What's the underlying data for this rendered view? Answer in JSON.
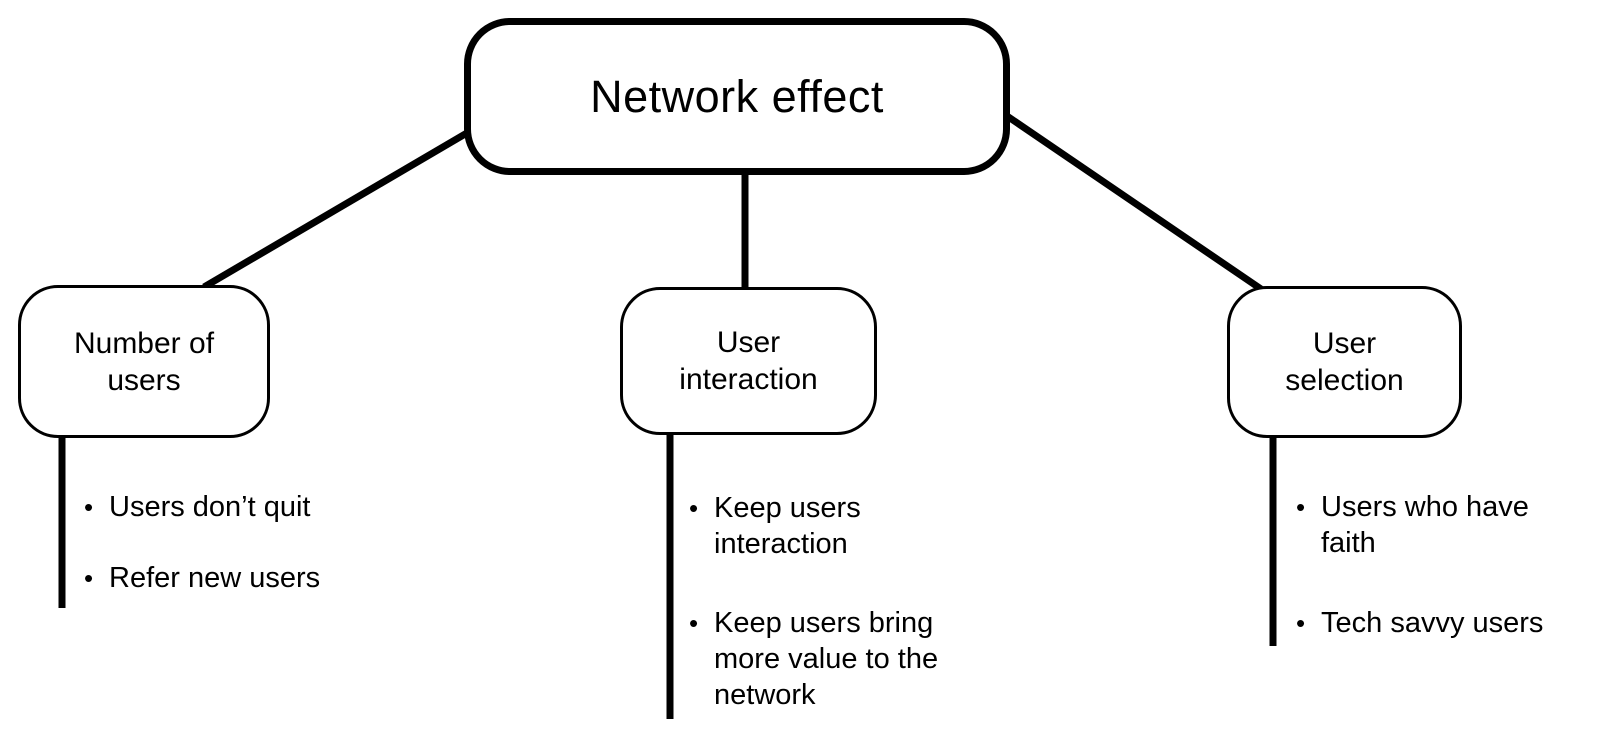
{
  "diagram": {
    "root": {
      "label": "Network effect"
    },
    "branches": [
      {
        "id": "number-of-users",
        "label": "Number of users",
        "bullets": [
          "Users don’t quit",
          "Refer new users"
        ]
      },
      {
        "id": "user-interaction",
        "label": "User interaction",
        "bullets": [
          "Keep users interaction",
          "Keep users bring more value to the network"
        ]
      },
      {
        "id": "user-selection",
        "label": "User selection",
        "bullets": [
          "Users who have faith",
          "Tech savvy users"
        ]
      }
    ],
    "colors": {
      "line": "#000000",
      "box_border": "#000000",
      "background": "#ffffff",
      "text": "#000000"
    }
  }
}
